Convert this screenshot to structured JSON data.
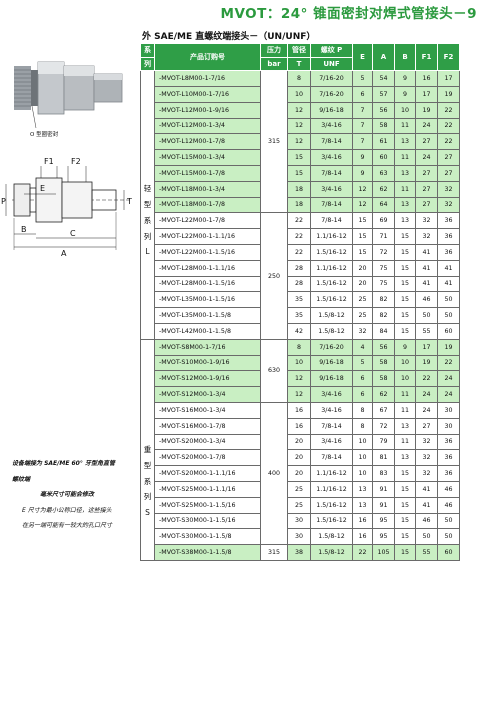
{
  "page_title": "MVOT：24° 锥面密封对焊式管接头－9",
  "subtitle": "外 SAE/ME 直螺纹端接头－（UN/UNF）",
  "headers": {
    "series_1": "系",
    "series_2": "列",
    "part_no": "产品订购号",
    "pressure_1": "压力",
    "pressure_2": "bar",
    "tube_1": "管径",
    "tube_2": "T",
    "thread_1": "螺纹 P",
    "thread_2": "UNF",
    "e": "E",
    "a": "A",
    "b": "B",
    "f1": "F1",
    "f2": "F2"
  },
  "light_series_chars": [
    "轻",
    "型",
    "系",
    "列",
    "L"
  ],
  "heavy_series_chars": [
    "重",
    "型",
    "系",
    "列",
    "S"
  ],
  "light_rows": [
    {
      "part": "-MVOT-L8M00-1-7/16",
      "t": "8",
      "p": "7/16-20",
      "e": "5",
      "a": "54",
      "b": "9",
      "f1": "16",
      "f2": "17",
      "green": true
    },
    {
      "part": "-MVOT-L10M00-1-7/16",
      "t": "10",
      "p": "7/16-20",
      "e": "6",
      "a": "57",
      "b": "9",
      "f1": "17",
      "f2": "19",
      "green": true
    },
    {
      "part": "-MVOT-L12M00-1-9/16",
      "t": "12",
      "p": "9/16-18",
      "e": "7",
      "a": "56",
      "b": "10",
      "f1": "19",
      "f2": "22",
      "green": true
    },
    {
      "part": "-MVOT-L12M00-1-3/4",
      "t": "12",
      "p": "3/4-16",
      "e": "7",
      "a": "58",
      "b": "11",
      "f1": "24",
      "f2": "22",
      "green": true
    },
    {
      "part": "-MVOT-L12M00-1-7/8",
      "t": "12",
      "p": "7/8-14",
      "e": "7",
      "a": "61",
      "b": "13",
      "f1": "27",
      "f2": "22",
      "green": true
    },
    {
      "part": "-MVOT-L15M00-1-3/4",
      "t": "15",
      "p": "3/4-16",
      "e": "9",
      "a": "60",
      "b": "11",
      "f1": "24",
      "f2": "27",
      "green": true
    },
    {
      "part": "-MVOT-L15M00-1-7/8",
      "t": "15",
      "p": "7/8-14",
      "e": "9",
      "a": "63",
      "b": "13",
      "f1": "27",
      "f2": "27",
      "green": true
    },
    {
      "part": "-MVOT-L18M00-1-3/4",
      "t": "18",
      "p": "3/4-16",
      "e": "12",
      "a": "62",
      "b": "11",
      "f1": "27",
      "f2": "32",
      "green": true
    },
    {
      "part": "-MVOT-L18M00-1-7/8",
      "t": "18",
      "p": "7/8-14",
      "e": "12",
      "a": "64",
      "b": "13",
      "f1": "27",
      "f2": "32",
      "green": true
    },
    {
      "part": "-MVOT-L22M00-1-7/8",
      "t": "22",
      "p": "7/8-14",
      "e": "15",
      "a": "69",
      "b": "13",
      "f1": "32",
      "f2": "36",
      "green": false
    },
    {
      "part": "-MVOT-L22M00-1-1.1/16",
      "t": "22",
      "p": "1.1/16-12",
      "e": "15",
      "a": "71",
      "b": "15",
      "f1": "32",
      "f2": "36",
      "green": false
    },
    {
      "part": "-MVOT-L22M00-1-1.5/16",
      "t": "22",
      "p": "1.5/16-12",
      "e": "15",
      "a": "72",
      "b": "15",
      "f1": "41",
      "f2": "36",
      "green": false
    },
    {
      "part": "-MVOT-L28M00-1-1.1/16",
      "t": "28",
      "p": "1.1/16-12",
      "e": "20",
      "a": "75",
      "b": "15",
      "f1": "41",
      "f2": "41",
      "green": false
    },
    {
      "part": "-MVOT-L28M00-1-1.5/16",
      "t": "28",
      "p": "1.5/16-12",
      "e": "20",
      "a": "75",
      "b": "15",
      "f1": "41",
      "f2": "41",
      "green": false
    },
    {
      "part": "-MVOT-L35M00-1-1.5/16",
      "t": "35",
      "p": "1.5/16-12",
      "e": "25",
      "a": "82",
      "b": "15",
      "f1": "46",
      "f2": "50",
      "green": false
    },
    {
      "part": "-MVOT-L35M00-1-1.5/8",
      "t": "35",
      "p": "1.5/8-12",
      "e": "25",
      "a": "82",
      "b": "15",
      "f1": "50",
      "f2": "50",
      "green": false
    },
    {
      "part": "-MVOT-L42M00-1-1.5/8",
      "t": "42",
      "p": "1.5/8-12",
      "e": "32",
      "a": "84",
      "b": "15",
      "f1": "55",
      "f2": "60",
      "green": false
    }
  ],
  "light_pressures": [
    "315",
    "250"
  ],
  "heavy_rows": [
    {
      "part": "-MVOT-S8M00-1-7/16",
      "t": "8",
      "p": "7/16-20",
      "e": "4",
      "a": "56",
      "b": "9",
      "f1": "17",
      "f2": "19",
      "green": true
    },
    {
      "part": "-MVOT-S10M00-1-9/16",
      "t": "10",
      "p": "9/16-18",
      "e": "5",
      "a": "58",
      "b": "10",
      "f1": "19",
      "f2": "22",
      "green": true
    },
    {
      "part": "-MVOT-S12M00-1-9/16",
      "t": "12",
      "p": "9/16-18",
      "e": "6",
      "a": "58",
      "b": "10",
      "f1": "22",
      "f2": "24",
      "green": true
    },
    {
      "part": "-MVOT-S12M00-1-3/4",
      "t": "12",
      "p": "3/4-16",
      "e": "6",
      "a": "62",
      "b": "11",
      "f1": "24",
      "f2": "24",
      "green": true
    },
    {
      "part": "-MVOT-S16M00-1-3/4",
      "t": "16",
      "p": "3/4-16",
      "e": "8",
      "a": "67",
      "b": "11",
      "f1": "24",
      "f2": "30",
      "green": false
    },
    {
      "part": "-MVOT-S16M00-1-7/8",
      "t": "16",
      "p": "7/8-14",
      "e": "8",
      "a": "72",
      "b": "13",
      "f1": "27",
      "f2": "30",
      "green": false
    },
    {
      "part": "-MVOT-S20M00-1-3/4",
      "t": "20",
      "p": "3/4-16",
      "e": "10",
      "a": "79",
      "b": "11",
      "f1": "32",
      "f2": "36",
      "green": false
    },
    {
      "part": "-MVOT-S20M00-1-7/8",
      "t": "20",
      "p": "7/8-14",
      "e": "10",
      "a": "81",
      "b": "13",
      "f1": "32",
      "f2": "36",
      "green": false
    },
    {
      "part": "-MVOT-S20M00-1-1.1/16",
      "t": "20",
      "p": "1.1/16-12",
      "e": "10",
      "a": "83",
      "b": "15",
      "f1": "32",
      "f2": "36",
      "green": false
    },
    {
      "part": "-MVOT-S25M00-1-1.1/16",
      "t": "25",
      "p": "1.1/16-12",
      "e": "13",
      "a": "91",
      "b": "15",
      "f1": "41",
      "f2": "46",
      "green": false
    },
    {
      "part": "-MVOT-S25M00-1-1.5/16",
      "t": "25",
      "p": "1.5/16-12",
      "e": "13",
      "a": "91",
      "b": "15",
      "f1": "41",
      "f2": "46",
      "green": false
    },
    {
      "part": "-MVOT-S30M00-1-1.5/16",
      "t": "30",
      "p": "1.5/16-12",
      "e": "16",
      "a": "95",
      "b": "15",
      "f1": "46",
      "f2": "50",
      "green": false
    },
    {
      "part": "-MVOT-S30M00-1-1.5/8",
      "t": "30",
      "p": "1.5/8-12",
      "e": "16",
      "a": "95",
      "b": "15",
      "f1": "50",
      "f2": "50",
      "green": false
    },
    {
      "part": "-MVOT-S38M00-1-1.5/8",
      "t": "38",
      "p": "1.5/8-12",
      "e": "22",
      "a": "105",
      "b": "15",
      "f1": "55",
      "f2": "60",
      "green": true
    }
  ],
  "heavy_pressures": [
    "630",
    "400",
    "315"
  ],
  "drawing_labels": {
    "o_ring": "O 型圈密封",
    "f1": "F1",
    "f2": "F2",
    "p": "P",
    "e": "E",
    "t": "T",
    "b": "B",
    "c": "C",
    "a": "A"
  },
  "notes": {
    "line1": "设备端接为 SAE/ME   60° 牙型角直管",
    "line2": "螺纹端",
    "line3": "毫米尺寸可能会修改",
    "line4": "E 尺寸为最小公称口径，这些接头",
    "line5": "在另一端可能有一较大的孔口尺寸"
  },
  "colors": {
    "title_green": "#2b9a3e",
    "header_green": "#2f9e47",
    "row_green": "#c9efc3"
  }
}
